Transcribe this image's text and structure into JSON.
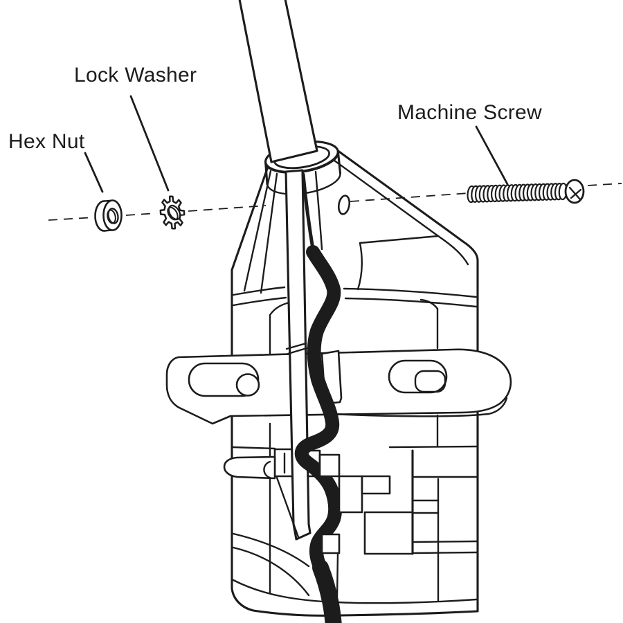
{
  "diagram": {
    "background_color": "#ffffff",
    "line_color": "#1c1c1c",
    "labels": {
      "hex_nut": "Hex Nut",
      "lock_washer": "Lock Washer",
      "machine_screw": "Machine Screw"
    }
  }
}
